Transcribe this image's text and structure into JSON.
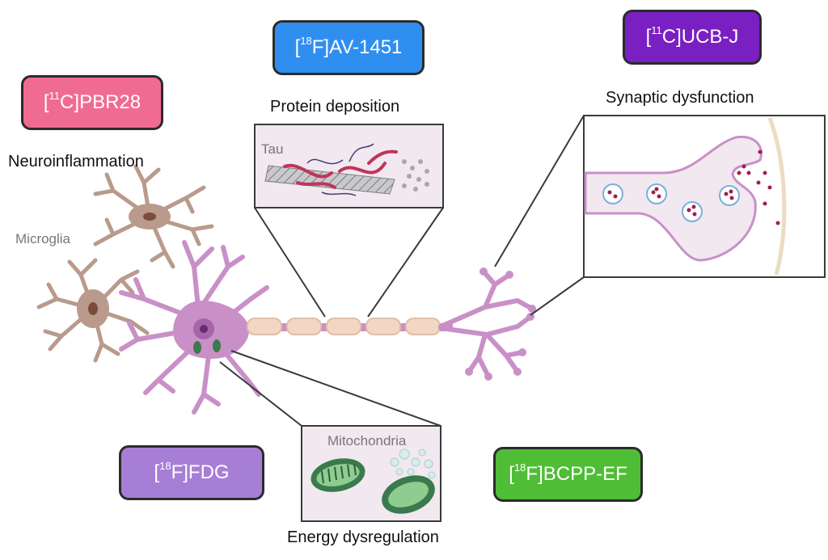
{
  "tracers": {
    "pbr28": {
      "iso_mass": "11",
      "iso_element": "C",
      "name": "PBR28",
      "color": "#f06b92"
    },
    "av1451": {
      "iso_mass": "18",
      "iso_element": "F",
      "name": "AV-1451",
      "color": "#2f8ff0"
    },
    "ucbj": {
      "iso_mass": "11",
      "iso_element": "C",
      "name": "UCB-J",
      "color": "#7a1fc2"
    },
    "fdg": {
      "iso_mass": "18",
      "iso_element": "F",
      "name": "FDG",
      "color": "#a77ed6"
    },
    "bcpp": {
      "iso_mass": "18",
      "iso_element": "F",
      "name": "BCPP-EF",
      "color": "#4fbd36"
    }
  },
  "processes": {
    "neuroinflammation": "Neuroinflammation",
    "protein_deposition": "Protein deposition",
    "synaptic_dysfunction": "Synaptic dysfunction",
    "energy_dysregulation": "Energy dysregulation"
  },
  "labels": {
    "microglia": "Microglia",
    "tau": "Tau",
    "mitochondria": "Mitochondria"
  },
  "colors": {
    "neuron": "#c990c8",
    "microglia": "#b99a8c",
    "myelin": "#f1d7c4",
    "inset_bg": "#f1e8f0",
    "mitochondria": "#3a7a4c"
  }
}
